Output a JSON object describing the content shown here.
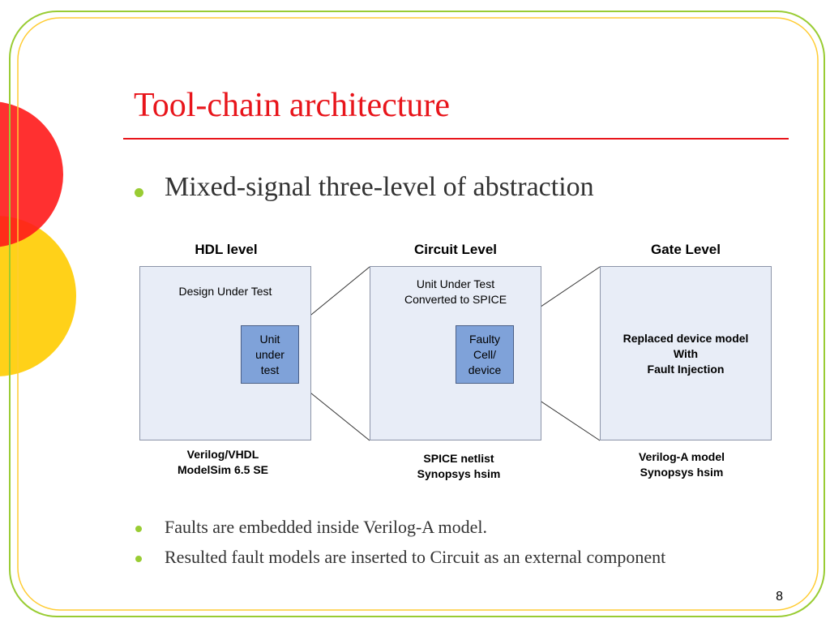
{
  "slide": {
    "title": "Tool-chain architecture",
    "bullet_main": "Mixed-signal three-level of abstraction",
    "bullets": [
      "Faults are embedded inside Verilog-A model.",
      "Resulted fault models are inserted to Circuit as an external component"
    ],
    "page_number": "8"
  },
  "diagram": {
    "levels": [
      {
        "heading": "HDL level",
        "panel_text": "Design Under Test",
        "box_text": "Unit\nunder\ntest",
        "tools": "Verilog/VHDL\nModelSim 6.5 SE"
      },
      {
        "heading": "Circuit Level",
        "panel_text": "Unit Under Test\nConverted to SPICE",
        "box_text": "Faulty\nCell/\ndevice",
        "tools": "SPICE netlist\nSynopsys hsim"
      },
      {
        "heading": "Gate Level",
        "panel_text": "Replaced device model\nWith\nFault Injection",
        "tools": "Verilog-A model\nSynopsys hsim"
      }
    ]
  },
  "colors": {
    "title": "#e8151b",
    "bullet": "#99cc33",
    "frame": "#99cc33",
    "frame_inner": "#ffcc33",
    "circle_red": "#ff1a1a",
    "circle_yellow": "#ffcc00",
    "panel_fill": "#e8edf7",
    "inner_box_fill": "#7fa2d9"
  }
}
